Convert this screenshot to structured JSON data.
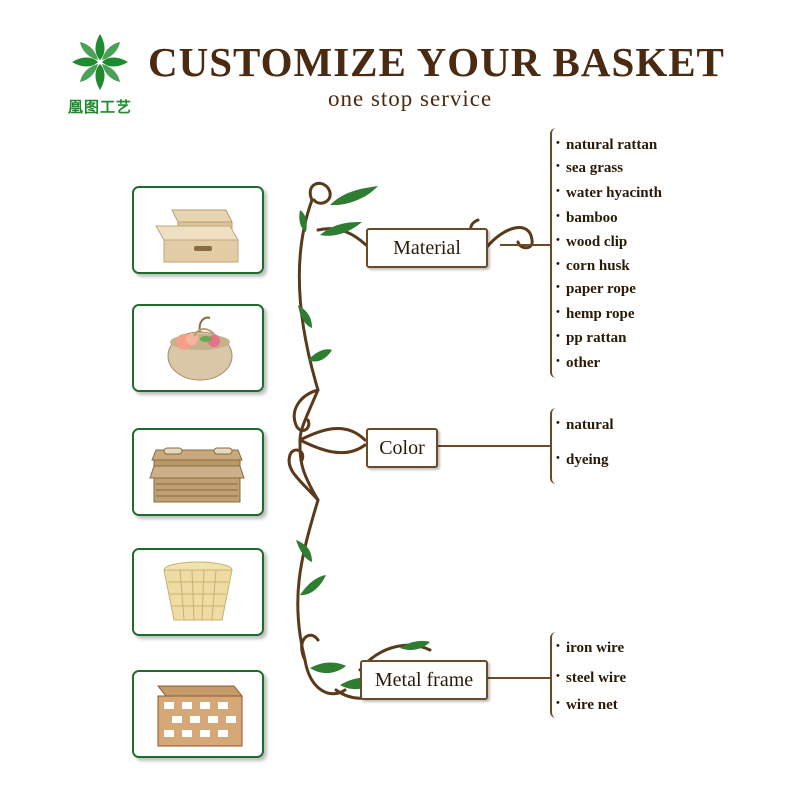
{
  "header": {
    "title": "CUSTOMIZE YOUR BASKET",
    "subtitle": "one stop service",
    "logo_text": "凰图工艺"
  },
  "colors": {
    "title_brown": "#4a2a10",
    "vine_brown": "#5a3a1a",
    "leaf_green": "#2e7d32",
    "logo_green": "#1f8a2e",
    "frame_green": "#1e6b2a"
  },
  "photos": [
    "rattan-storage-boxes",
    "apple-shaped-basket-with-flowers",
    "seagrass-baskets-with-handles",
    "bamboo-woven-basket",
    "paper-rope-open-weave-basket"
  ],
  "categories": [
    {
      "label": "Material",
      "options": [
        "natural rattan",
        "sea grass",
        "water hyacinth",
        "bamboo",
        "wood clip",
        "corn husk",
        "paper rope",
        "hemp rope",
        "pp rattan",
        "other"
      ]
    },
    {
      "label": "Color",
      "options": [
        "natural",
        "dyeing"
      ]
    },
    {
      "label": "Metal frame",
      "options": [
        "iron wire",
        "steel wire",
        "wire net"
      ]
    }
  ]
}
